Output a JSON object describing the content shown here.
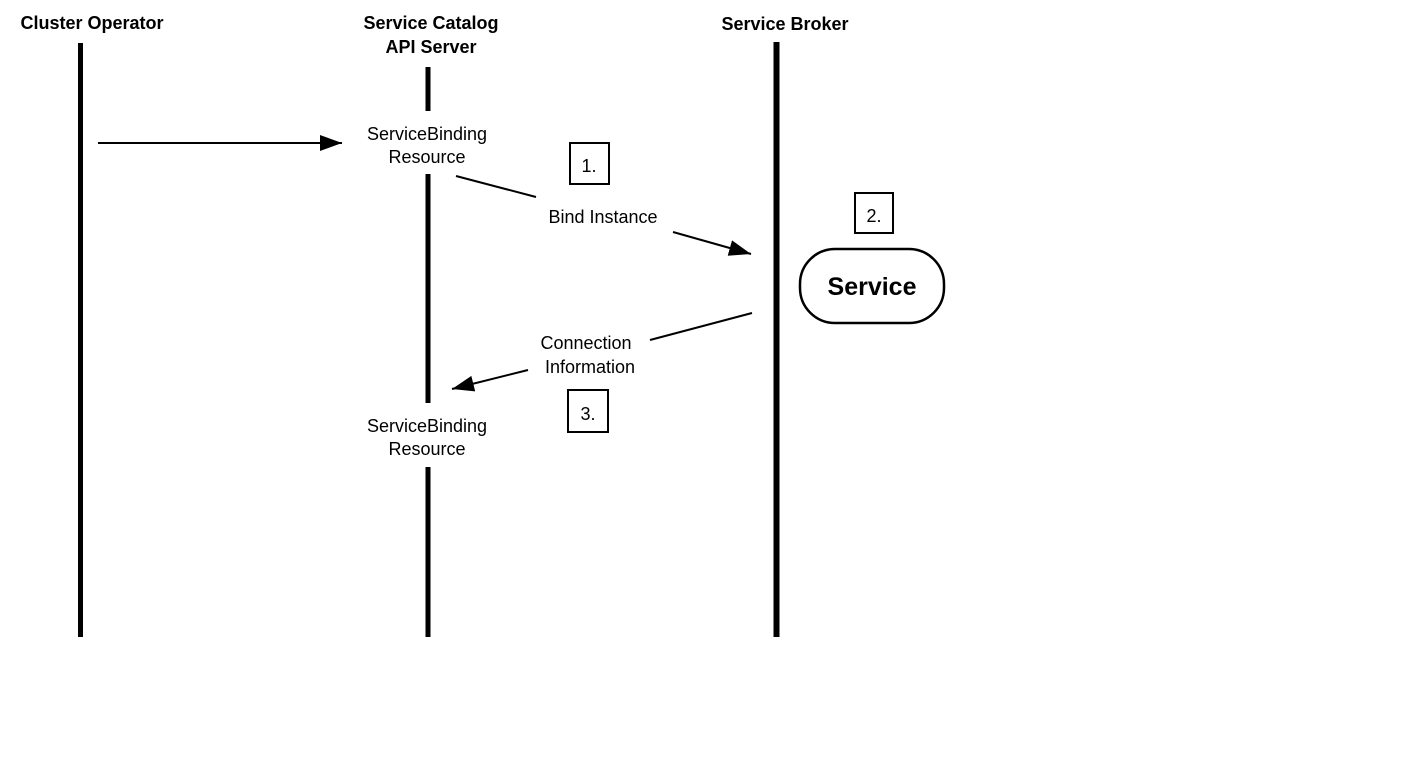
{
  "diagram": {
    "type": "sequence-diagram",
    "actors": {
      "cluster_operator": {
        "label": "Cluster Operator"
      },
      "api_server": {
        "label_line1": "Service Catalog",
        "label_line2": "API Server"
      },
      "service_broker": {
        "label": "Service Broker"
      }
    },
    "messages": {
      "create_binding": {
        "label_line1": "ServiceBinding",
        "label_line2": "Resource"
      },
      "bind_instance": {
        "label": "Bind Instance",
        "step": "1."
      },
      "service_node": {
        "label": "Service",
        "step": "2."
      },
      "connection_info": {
        "label_line1": "Connection",
        "label_line2": "Information",
        "step": "3."
      },
      "binding_updated": {
        "label_line1": "ServiceBinding",
        "label_line2": "Resource"
      }
    },
    "colors": {
      "ink": "#000000",
      "background": "#ffffff"
    }
  }
}
